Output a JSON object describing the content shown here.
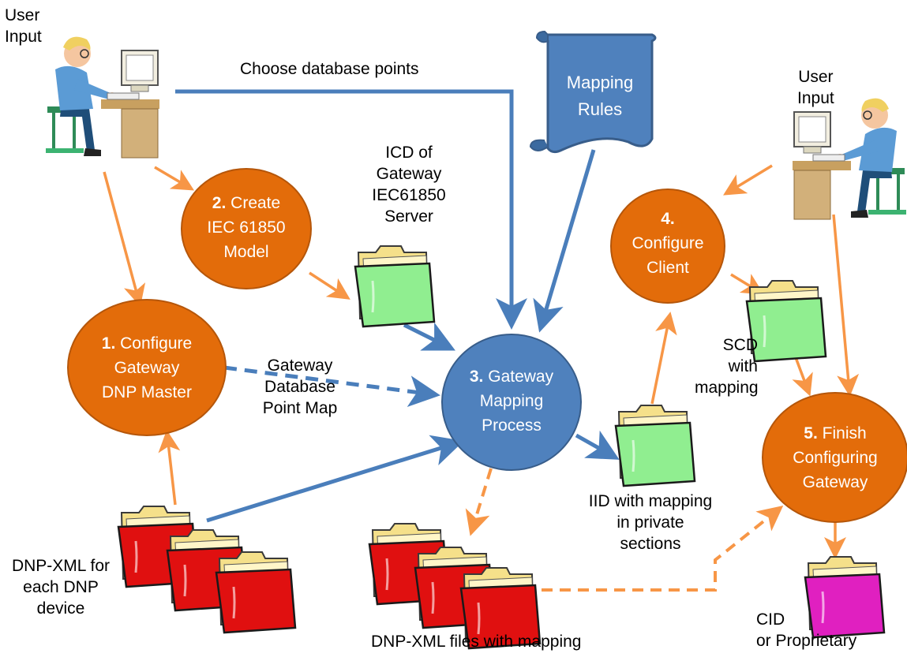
{
  "colors": {
    "orange_node": "#E36C0A",
    "blue_node": "#4F81BD",
    "blue_arrow": "#4A7EBB",
    "orange_arrow": "#F79646",
    "folder_green": "#90EE90",
    "folder_red": "#E01010",
    "folder_magenta": "#E020C0"
  },
  "labels": {
    "user_input_left": [
      "User",
      "Input"
    ],
    "user_input_right": [
      "User",
      "Input"
    ],
    "choose_points": "Choose database points",
    "icd": [
      "ICD of",
      "Gateway",
      "IEC61850",
      "Server"
    ],
    "gateway_db": [
      "Gateway",
      "Database",
      "Point Map"
    ],
    "scd": [
      "SCD",
      "with",
      "mapping"
    ],
    "iid": [
      "IID with mapping",
      "in private",
      "sections"
    ],
    "dnp_xml_input": [
      "DNP-XML for",
      "each DNP",
      "device"
    ],
    "dnp_xml_output": "DNP-XML files with mapping",
    "cid": [
      "CID",
      "or Proprietary"
    ]
  },
  "mapping_rules": [
    "Mapping",
    "Rules"
  ],
  "nodes": {
    "n1": {
      "num": "1.",
      "lines": [
        "Configure",
        "Gateway",
        "DNP Master"
      ]
    },
    "n2": {
      "num": "2.",
      "lines": [
        "Create",
        "IEC 61850",
        "Model"
      ]
    },
    "n3": {
      "num": "3.",
      "lines": [
        "Gateway",
        "Mapping",
        "Process"
      ]
    },
    "n4": {
      "num": "4.",
      "lines": [
        "Configure",
        "Client"
      ]
    },
    "n5": {
      "num": "5.",
      "lines": [
        "Finish",
        "Configuring",
        "Gateway"
      ]
    }
  }
}
